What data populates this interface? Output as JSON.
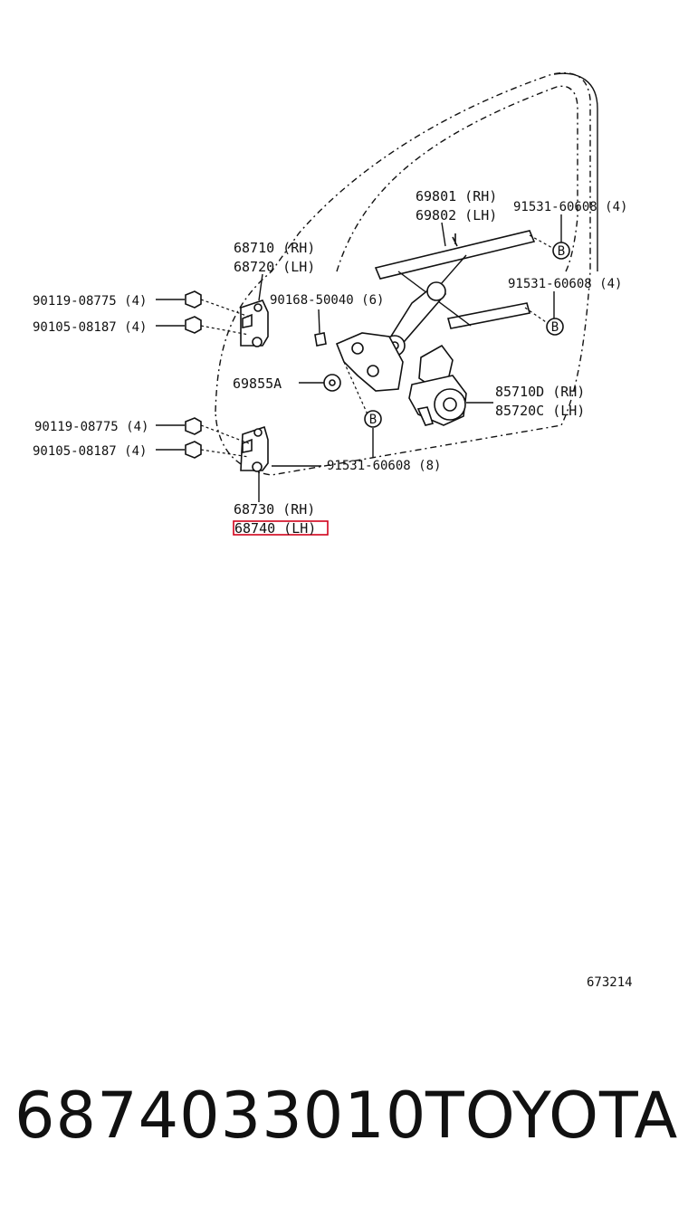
{
  "labels": {
    "p69801": "69801 (RH)",
    "p69802": "69802 (LH)",
    "p91531_top": "91531-60608 (4)",
    "p91531_mid": "91531-60608 (4)",
    "p91531_bot": "91531-60608 (8)",
    "p68710": "68710 (RH)",
    "p68720": "68720 (LH)",
    "p90119_a": "90119-08775 (4)",
    "p90105_a": "90105-08187 (4)",
    "p90168": "90168-50040 (6)",
    "p69855": "69855A",
    "p85710": "85710D (RH)",
    "p85720": "85720C (LH)",
    "p90119_b": "90119-08775 (4)",
    "p90105_b": "90105-08187 (4)",
    "p68730": "68730 (RH)",
    "p68740": "68740 (LH)",
    "ref_b": "B",
    "diagram_id": "673214"
  },
  "highlight_color": "#d0021b",
  "footer": {
    "part_number": "6874033010",
    "brand": "TOYOTA"
  }
}
